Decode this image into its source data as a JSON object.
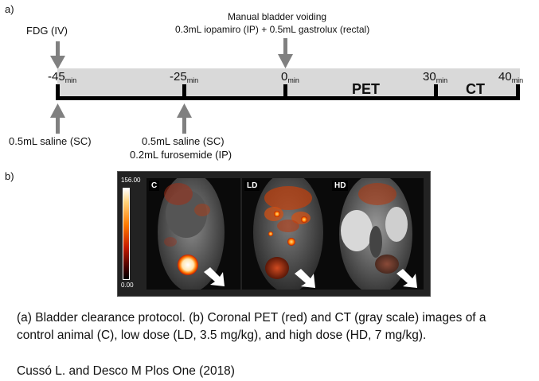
{
  "panel_a": {
    "letter": "a)",
    "fdg_label": "FDG (IV)",
    "voiding_line1": "Manual  bladder voiding",
    "voiding_line2": "0.3mL iopamiro (IP) + 0.5mL gastrolux (rectal)",
    "ticks": [
      {
        "value": "-45",
        "unit": "min"
      },
      {
        "value": "-25",
        "unit": "min"
      },
      {
        "value": "0",
        "unit": "min"
      },
      {
        "value": "30",
        "unit": "min"
      },
      {
        "value": "40",
        "unit": "min"
      }
    ],
    "pet_label": "PET",
    "ct_label": "CT",
    "saline1": "0.5mL saline (SC)",
    "saline2": "0.5mL saline (SC)",
    "furosemide": "0.2mL furosemide (IP)"
  },
  "panel_b": {
    "letter": "b)",
    "scale_max": "156.00",
    "scale_min": "0.00",
    "images": [
      {
        "label": "C"
      },
      {
        "label": "LD"
      },
      {
        "label": "HD"
      }
    ]
  },
  "caption": {
    "line1": "(a) Bladder clearance protocol. (b) Coronal PET (red) and CT (gray scale) images of a",
    "line2": "control animal (C), low dose (LD, 3.5 mg/kg), and high dose (HD, 7 mg/kg).",
    "citation": "Cussó L. and Desco M Plos One (2018)"
  },
  "colors": {
    "band": "#d9d9d9",
    "arrow": "#808080",
    "pet_hot": "#ff5a00"
  }
}
